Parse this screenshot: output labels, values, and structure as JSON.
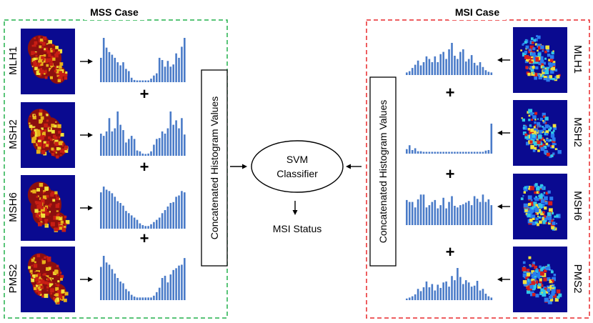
{
  "mss_case": {
    "title": "MSS Case",
    "border_color": "#22b14c",
    "side_label": "Concatenated Histogram Values",
    "rows": [
      {
        "marker": "MLH1",
        "hist": [
          0.55,
          1.0,
          0.78,
          0.68,
          0.62,
          0.55,
          0.45,
          0.38,
          0.45,
          0.3,
          0.25,
          0.1,
          0.05,
          0.04,
          0.04,
          0.04,
          0.04,
          0.04,
          0.08,
          0.15,
          0.2,
          0.55,
          0.5,
          0.35,
          0.48,
          0.35,
          0.4,
          0.65,
          0.55,
          0.8,
          1.0
        ]
      },
      {
        "marker": "MSH2",
        "hist": [
          0.5,
          0.45,
          0.55,
          0.85,
          0.55,
          0.62,
          1.0,
          0.7,
          0.58,
          0.3,
          0.38,
          0.45,
          0.38,
          0.12,
          0.1,
          0.05,
          0.04,
          0.05,
          0.1,
          0.25,
          0.38,
          0.4,
          0.55,
          0.5,
          0.62,
          1.0,
          0.7,
          0.8,
          0.62,
          0.85,
          0.48
        ]
      },
      {
        "marker": "MSH6",
        "hist": [
          0.82,
          0.95,
          0.88,
          0.85,
          0.8,
          0.72,
          0.62,
          0.58,
          0.52,
          0.4,
          0.35,
          0.3,
          0.25,
          0.2,
          0.12,
          0.08,
          0.06,
          0.06,
          0.1,
          0.15,
          0.2,
          0.25,
          0.35,
          0.42,
          0.5,
          0.58,
          0.6,
          0.72,
          0.75,
          0.85,
          0.82
        ]
      },
      {
        "marker": "PMS2",
        "hist": [
          0.75,
          1.0,
          0.85,
          0.8,
          0.7,
          0.6,
          0.5,
          0.42,
          0.38,
          0.25,
          0.2,
          0.12,
          0.08,
          0.06,
          0.06,
          0.06,
          0.06,
          0.06,
          0.06,
          0.1,
          0.18,
          0.28,
          0.5,
          0.55,
          0.4,
          0.58,
          0.68,
          0.72,
          0.78,
          0.8,
          0.95
        ]
      }
    ]
  },
  "msi_case": {
    "title": "MSI Case",
    "border_color": "#e8282b",
    "side_label": "Concatenated Histogram Values",
    "rows": [
      {
        "marker": "MLH1",
        "hist": [
          0.08,
          0.12,
          0.22,
          0.32,
          0.45,
          0.3,
          0.4,
          0.58,
          0.5,
          0.4,
          0.58,
          0.4,
          0.65,
          0.72,
          0.5,
          0.8,
          1.0,
          0.6,
          0.5,
          0.72,
          0.8,
          0.42,
          0.5,
          0.62,
          0.38,
          0.3,
          0.4,
          0.25,
          0.15,
          0.1,
          0.08
        ]
      },
      {
        "marker": "MSH2",
        "hist": [
          0.15,
          0.28,
          0.12,
          0.18,
          0.08,
          0.08,
          0.06,
          0.06,
          0.06,
          0.06,
          0.06,
          0.06,
          0.06,
          0.06,
          0.06,
          0.06,
          0.06,
          0.06,
          0.06,
          0.06,
          0.06,
          0.06,
          0.06,
          0.06,
          0.06,
          0.06,
          0.06,
          0.06,
          0.1,
          0.12,
          1.0
        ]
      },
      {
        "marker": "MSH6",
        "hist": [
          0.78,
          0.72,
          0.72,
          0.55,
          0.8,
          0.95,
          0.95,
          0.55,
          0.62,
          0.72,
          0.78,
          0.52,
          0.62,
          0.85,
          0.52,
          0.72,
          0.9,
          0.6,
          0.55,
          0.62,
          0.65,
          0.7,
          0.75,
          0.62,
          0.9,
          0.82,
          0.72,
          0.95,
          0.72,
          0.8,
          0.62
        ]
      },
      {
        "marker": "PMS2",
        "hist": [
          0.05,
          0.08,
          0.12,
          0.18,
          0.35,
          0.28,
          0.4,
          0.58,
          0.4,
          0.5,
          0.3,
          0.48,
          0.38,
          0.55,
          0.58,
          0.42,
          0.75,
          0.62,
          1.0,
          0.72,
          0.5,
          0.62,
          0.55,
          0.42,
          0.45,
          0.6,
          0.3,
          0.35,
          0.2,
          0.12,
          0.08
        ]
      }
    ]
  },
  "plus_symbol": "+",
  "classifier": {
    "line1": "SVM",
    "line2": "Classifier"
  },
  "output_label": "MSI Status",
  "colors": {
    "bar": "#4a7bc8",
    "tissue_bg": "#0a0a90",
    "text": "#000000"
  }
}
